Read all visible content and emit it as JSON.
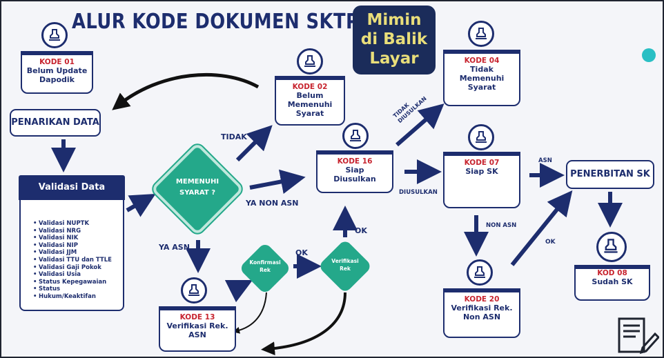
{
  "title": "ALUR KODE DOKUMEN SKTP",
  "badge": [
    "Mimin",
    "di Balik",
    "Layar"
  ],
  "colors": {
    "navy": "#1d2d6e",
    "code_red": "#c7242f",
    "green": "#24a88a",
    "badge_bg": "#1b2c5a",
    "badge_text": "#e9de7a",
    "teal_dot": "#29bfc4"
  },
  "boxes": {
    "k01": {
      "code": "KODE 01",
      "desc": [
        "Belum Update",
        "Dapodik"
      ]
    },
    "k02": {
      "code": "KODE 02",
      "desc": [
        "Belum",
        "Memenuhi",
        "Syarat"
      ]
    },
    "k04": {
      "code": "KODE 04",
      "desc": [
        "Tidak",
        "Memenuhi",
        "Syarat"
      ]
    },
    "k16": {
      "code": "KODE 16",
      "desc": [
        "Siap",
        "Diusulkan"
      ]
    },
    "k07": {
      "code": "KODE 07",
      "desc": [
        "Siap SK"
      ]
    },
    "k13": {
      "code": "KODE 13",
      "desc": [
        "Verifikasi Rek.",
        "ASN"
      ]
    },
    "k20": {
      "code": "KODE 20",
      "desc": [
        "Verifikasi Rek.",
        "Non ASN"
      ]
    },
    "k08": {
      "code": "KOD 08",
      "desc": [
        "Sudah SK"
      ]
    }
  },
  "penarikan": "PENARIKAN DATA",
  "penerbitan": "PENERBITAN SK",
  "validasi": {
    "title": "Validasi Data",
    "items": [
      "Validasi NUPTK",
      "Validasi NRG",
      "Validasi NIK",
      "Validasi NIP",
      "Validasi JJM",
      "Validasi TTU dan TTLE",
      "Validasi Gaji Pokok",
      "Validasi Usia",
      "Status Kepegawaian",
      "Status",
      "Hukum/Keaktifan"
    ]
  },
  "decisions": {
    "memenuhi": [
      "MEMENUHI",
      "SYARAT ?"
    ],
    "konfirmasi": [
      "Konfirmasi",
      "Rek"
    ],
    "verifikasi": [
      "Verifikasi",
      "Rek"
    ]
  },
  "labels": {
    "tidak": "TIDAK",
    "ya_non_asn": "YA NON ASN",
    "ya_asn": "YA ASN",
    "ok1": "OK",
    "ok2": "OK",
    "ok3": "OK",
    "tidak_diusulkan": [
      "TIDAK",
      "DIUSULKAN"
    ],
    "diusulkan": "DIUSULKAN",
    "asn": "ASN",
    "non_asn": "NON ASN"
  },
  "icons": [
    "stamp-icon",
    "document-pen-icon"
  ]
}
